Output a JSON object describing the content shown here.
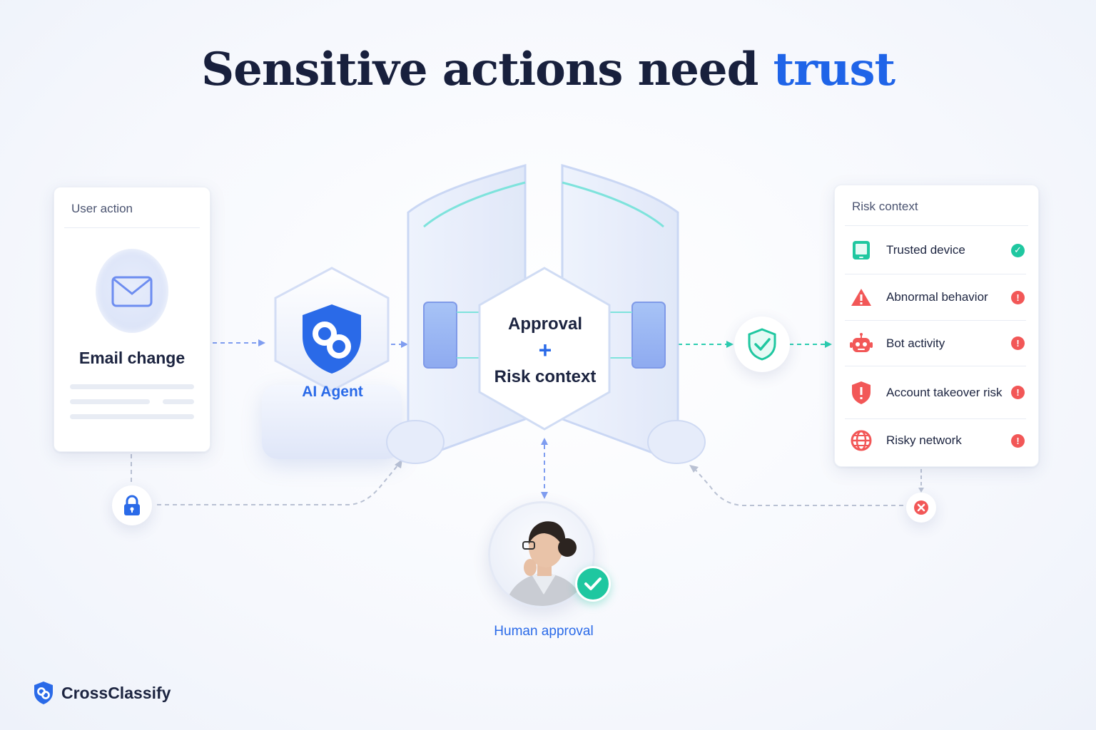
{
  "title": {
    "main": "Sensitive actions need ",
    "accent": "trust"
  },
  "user_action": {
    "header": "User action",
    "label": "Email change"
  },
  "agent": {
    "label": "AI Agent"
  },
  "gate": {
    "line1": "Approval",
    "plus": "+",
    "line2": "Risk context"
  },
  "human": {
    "label": "Human approval"
  },
  "risk_context": {
    "header": "Risk context",
    "items": [
      {
        "label": "Trusted device",
        "status": "ok",
        "icon": "tablet-icon"
      },
      {
        "label": "Abnormal behavior",
        "status": "warn",
        "icon": "warning-icon"
      },
      {
        "label": "Bot activity",
        "status": "warn",
        "icon": "robot-icon"
      },
      {
        "label": "Account takeover risk",
        "status": "warn",
        "icon": "shield-alert-icon"
      },
      {
        "label": "Risky network",
        "status": "warn",
        "icon": "globe-icon"
      }
    ]
  },
  "brand": {
    "name": "CrossClassify"
  },
  "colors": {
    "accent": "#1f64e8",
    "success": "#1fc7a0",
    "danger": "#f25757",
    "text": "#1c2440"
  }
}
